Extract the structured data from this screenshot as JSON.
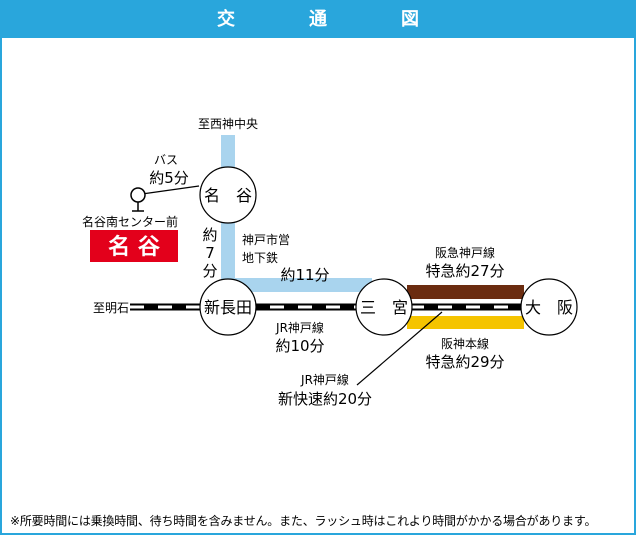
{
  "header": {
    "title": "交　通　図"
  },
  "stations": {
    "nadani": "名　谷",
    "shinnagata": "新長田",
    "sannomiya": "三　宮",
    "osaka": "大　阪"
  },
  "labels": {
    "to_seishin": "至西神中央",
    "to_akashi": "至明石",
    "bus_name": "バス",
    "bus_time": "約5分",
    "bus_stop": "名谷南センター前",
    "subway_time_1": "約",
    "subway_time_2": "7",
    "subway_time_3": "分",
    "subway_name_1": "神戸市営",
    "subway_name_2": "地下鉄",
    "subway_time_b": "約11分",
    "jr_name": "JR神戸線",
    "jr_time": "約10分",
    "hankyu_name": "阪急神戸線",
    "hankyu_time": "特急約27分",
    "hanshin_name": "阪神本線",
    "hanshin_time": "特急約29分",
    "jr_rapid_name": "JR神戸線",
    "jr_rapid_time": "新快速約20分"
  },
  "badge": {
    "text": "名 谷"
  },
  "footnote": "※所要時間には乗換時間、待ち時間を含みません。また、ラッシュ時はこれより時間がかかる場合があります。",
  "colors": {
    "frame": "#29a6dc",
    "subway": "#a9d4ee",
    "hankyu": "#6b2c10",
    "hanshin": "#f5c400",
    "badge": "#e3001b"
  }
}
